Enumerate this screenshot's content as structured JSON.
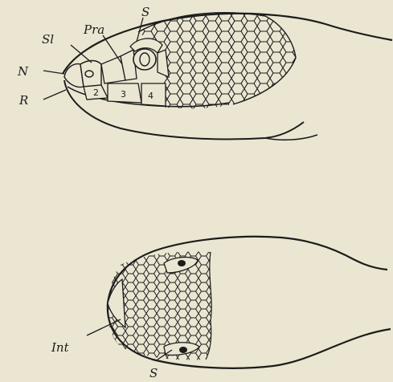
{
  "labels": {
    "top_s": "S",
    "top_sl": "Sl",
    "top_pra": "Pra",
    "top_n": "N",
    "top_r": "R",
    "plate_2": "2",
    "plate_3": "3",
    "plate_4": "4",
    "bottom_int": "Int",
    "bottom_s": "S"
  },
  "colors": {
    "paper": "#eae6d2",
    "ink": "#1c1c1c"
  }
}
